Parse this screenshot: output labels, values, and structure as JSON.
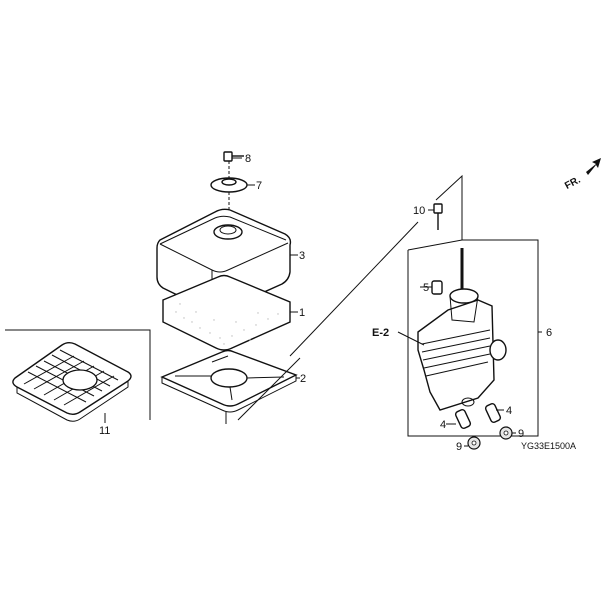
{
  "callouts": {
    "c1": "1",
    "c2": "2",
    "c3": "3",
    "c4a": "4",
    "c4b": "4",
    "c5": "5",
    "c6": "6",
    "c7": "7",
    "c8": "8",
    "c9a": "9",
    "c9b": "9",
    "c10": "10",
    "c11": "11",
    "e2": "E-2"
  },
  "direction": {
    "label": "FR."
  },
  "diagram_code": "YG33E1500A"
}
